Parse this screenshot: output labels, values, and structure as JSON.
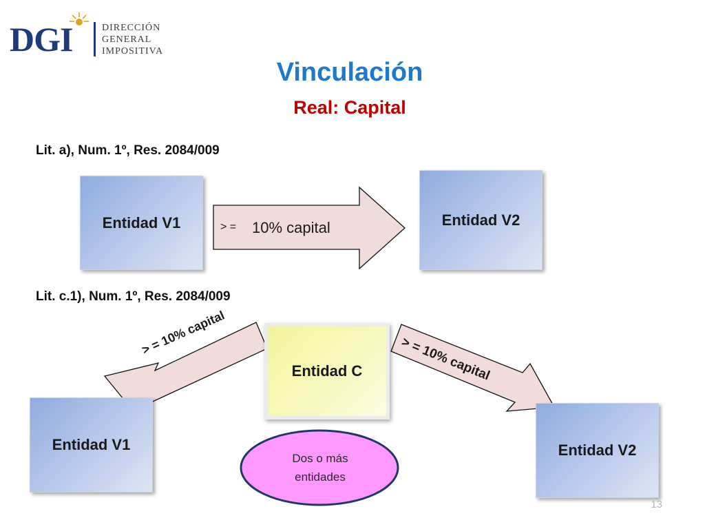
{
  "logo": {
    "acronym": "DGI",
    "line1": "DIRECCIÓN",
    "line2": "GENERAL",
    "line3": "IMPOSITIVA"
  },
  "title": "Vinculación",
  "subtitle": "Real: Capital",
  "section_a": {
    "label": "Lit. a), Num. 1º, Res. 2084/009",
    "entity_v1": "Entidad V1",
    "entity_v2": "Entidad V2",
    "arrow_prefix": "> =",
    "arrow_value": "10% capital"
  },
  "section_c1": {
    "label": "Lit. c.1), Num. 1º, Res. 2084/009",
    "entity_c": "Entidad C",
    "entity_v1": "Entidad V1",
    "entity_v2": "Entidad V2",
    "arrow_left": "> = 10% capital",
    "arrow_right": "> =  10% capital",
    "ellipse_line1": "Dos o más",
    "ellipse_line2": "entidades"
  },
  "page_number": "13",
  "colors": {
    "title": "#1f78c8",
    "subtitle": "#c00000",
    "arrow_fill": "#f2dcdb",
    "ellipse_fill": "#ff99ff",
    "ellipse_stroke": "#1f3864",
    "entity_blue": "#b7c8ea",
    "entity_yellow": "#f8f8bf"
  }
}
